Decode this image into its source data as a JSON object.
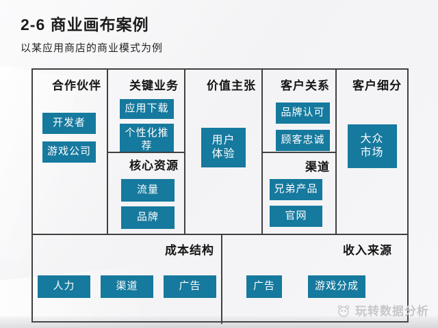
{
  "title": "2-6 商业画布案例",
  "subtitle": "以某应用商店的商业模式为例",
  "colors": {
    "accent_box": "#16799E",
    "grid_border": "#3F3F3F",
    "box_text": "#FFFFFF"
  },
  "canvas": {
    "partners": {
      "header": "合作伙伴",
      "items": [
        "开发者",
        "游戏公司"
      ]
    },
    "activities": {
      "header": "关键业务",
      "items": [
        "应用下载",
        "个性化推\n荐"
      ]
    },
    "resources": {
      "header": "核心资源",
      "items": [
        "流量",
        "品牌"
      ]
    },
    "value_proposition": {
      "header": "价值主张",
      "items": [
        "用户\n体验"
      ]
    },
    "customer_relations": {
      "header": "客户关系",
      "items": [
        "品牌认可",
        "顾客忠诚"
      ]
    },
    "channels": {
      "header": "渠道",
      "items": [
        "兄弟产品",
        "官网"
      ]
    },
    "customer_segments": {
      "header": "客户细分",
      "items": [
        "大众\n市场"
      ]
    },
    "cost_structure": {
      "header": "成本结构",
      "items": [
        "人力",
        "渠道",
        "广告"
      ]
    },
    "revenue_streams": {
      "header": "收入来源",
      "items": [
        "广告",
        "游戏分成"
      ]
    }
  },
  "watermark": {
    "text": "玩转数据分析",
    "icon": "mascot-face-icon"
  }
}
